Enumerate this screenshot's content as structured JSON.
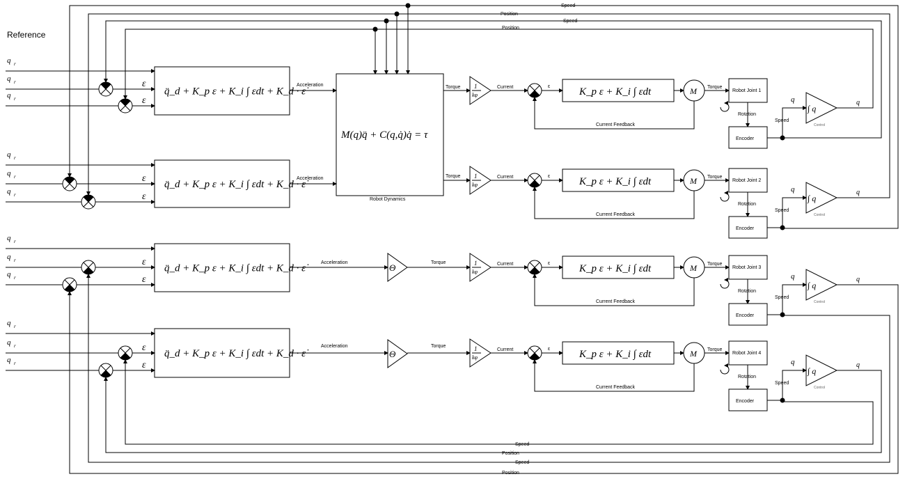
{
  "reference_label": "Reference",
  "signals": {
    "speed": "Speed",
    "position": "Position",
    "acceleration": "Acceleration",
    "torque": "Torque",
    "current": "Current",
    "current_feedback": "Current Feedback",
    "rotation": "Rotation",
    "robot_dynamics": "Robot Dynamics",
    "encoder": "Encoder",
    "control": "Control",
    "motor": "M",
    "theta": "Θ",
    "q": "q",
    "epsilon": "ε"
  },
  "ref_inputs": [
    "q_r (acceleration)",
    "q_r (speed)",
    "q_r (position)"
  ],
  "equations": {
    "pid": "q̈_d + K_p ε + K_i ∫ εdt + K_d · ε̇",
    "pi": "K_p ε + K_i ∫ εdt",
    "dynamics": "M(q)q̈ + C(q,q̇)q̇ = τ",
    "gain_num": "1",
    "gain_den": "kφ",
    "integrator": "∫ q"
  },
  "joints": [
    {
      "name": "Robot Joint 1"
    },
    {
      "name": "Robot Joint 2"
    },
    {
      "name": "Robot Joint 3"
    },
    {
      "name": "Robot Joint 4"
    }
  ],
  "colors": {
    "line": "#000000",
    "background": "#ffffff",
    "sum_fill": "#000000"
  }
}
